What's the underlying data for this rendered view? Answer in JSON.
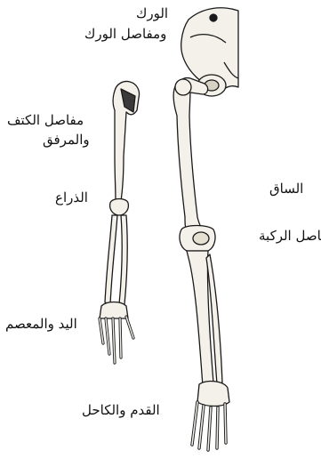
{
  "labels": {
    "hip_line1": "الورك",
    "hip_line2": "ومفاصل الورك",
    "shoulder_line1": "مفاصل الكتف",
    "shoulder_line2": "والمرفق",
    "arm": "الذراع",
    "leg": "الساق",
    "knee": "مفاصل الركبة",
    "hand": "اليد والمعصم",
    "foot": "القدم والكاحل"
  }
}
